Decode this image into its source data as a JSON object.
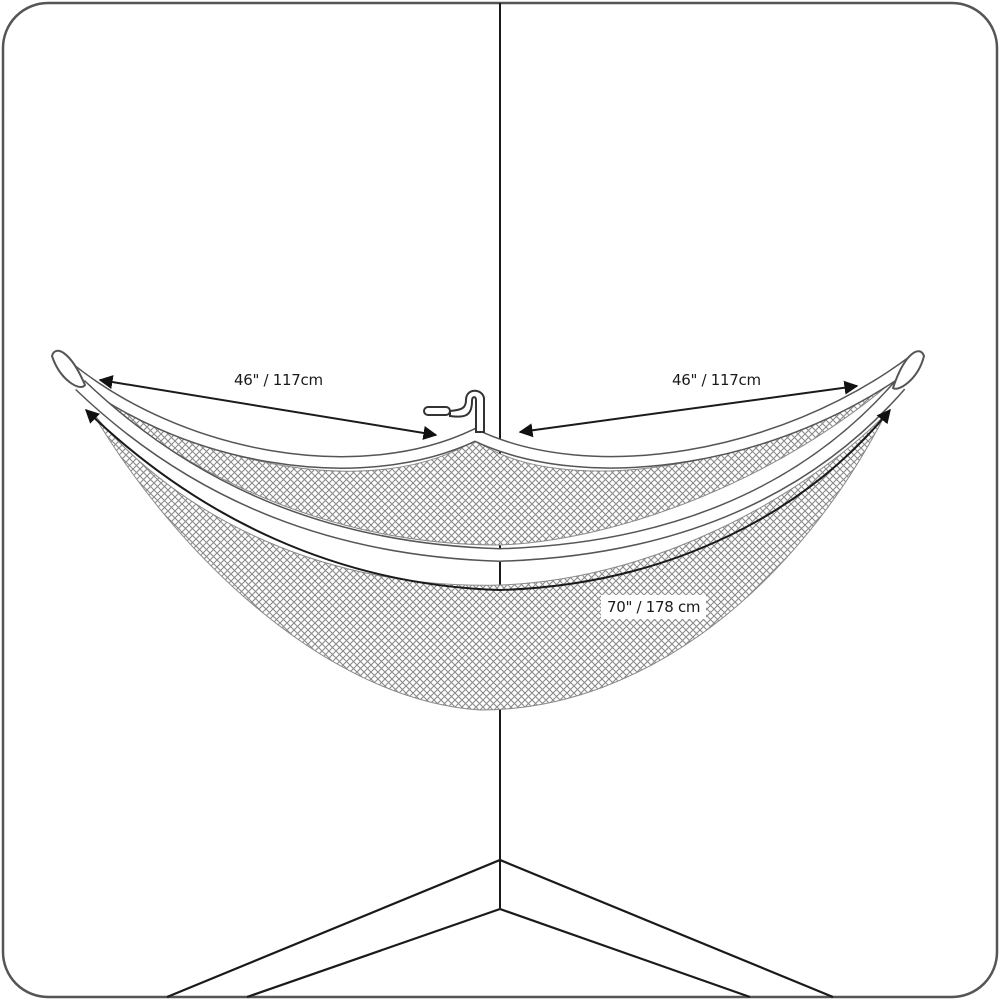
{
  "diagram": {
    "subject": "corner hammock mounted on wall",
    "colors": {
      "line": "#1a1a1a",
      "frame": "#555555",
      "mesh": "#9a9a9a",
      "background": "#ffffff"
    },
    "dimensions": {
      "left_side": {
        "label": "46\" / 117cm"
      },
      "right_side": {
        "label": "46\" / 117cm"
      },
      "front_edge": {
        "label": "70\" / 178 cm"
      }
    }
  }
}
